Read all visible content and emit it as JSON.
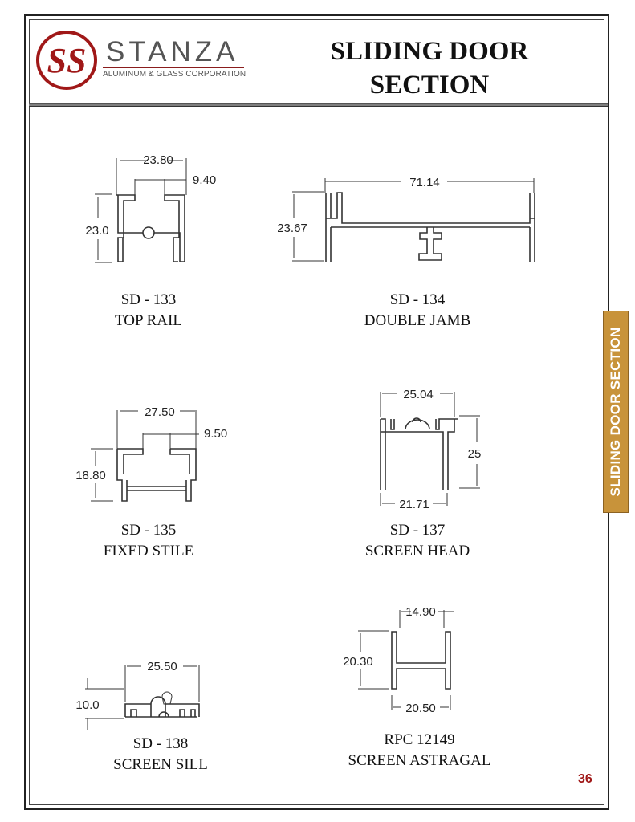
{
  "header": {
    "brand_name": "STANZA",
    "brand_sub": "ALUMINUM & GLASS CORPORATION",
    "logo_text": "SS",
    "title_line1": "SLIDING DOOR",
    "title_line2": "SECTION"
  },
  "side_tab": "SLIDING DOOR SECTION",
  "page_number": "36",
  "colors": {
    "brand_red": "#a01818",
    "tab_gold": "#c8933a",
    "line": "#333333"
  },
  "sections": [
    {
      "code": "SD - 133",
      "name": "TOP RAIL",
      "dims": [
        "23.80",
        "9.40",
        "23.0"
      ]
    },
    {
      "code": "SD - 134",
      "name": "DOUBLE JAMB",
      "dims": [
        "71.14",
        "23.67"
      ]
    },
    {
      "code": "SD - 135",
      "name": "FIXED STILE",
      "dims": [
        "27.50",
        "9.50",
        "18.80"
      ]
    },
    {
      "code": "SD - 137",
      "name": "SCREEN HEAD",
      "dims": [
        "25.04",
        "25",
        "21.71"
      ]
    },
    {
      "code": "SD - 138",
      "name": "SCREEN SILL",
      "dims": [
        "25.50",
        "10.0"
      ]
    },
    {
      "code": "RPC 12149",
      "name": "SCREEN ASTRAGAL",
      "dims": [
        "14.90",
        "20.30",
        "20.50"
      ]
    }
  ]
}
